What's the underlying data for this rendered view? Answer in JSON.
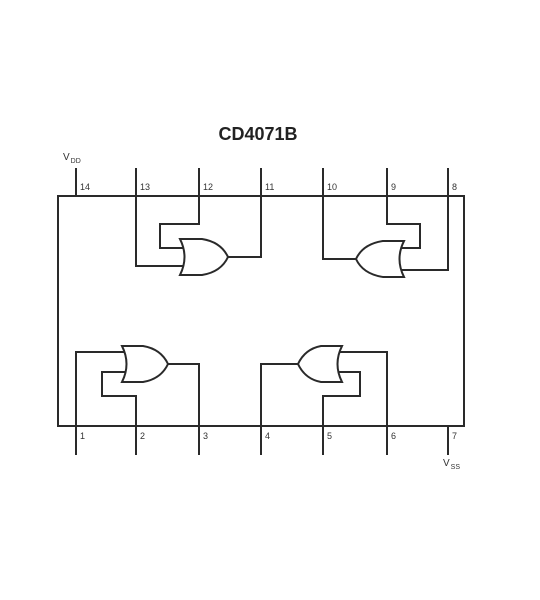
{
  "diagram": {
    "title": "CD4071B",
    "vdd": {
      "main": "V",
      "sub": "DD"
    },
    "vss": {
      "main": "V",
      "sub": "SS"
    },
    "top_pins": [
      "14",
      "13",
      "12",
      "11",
      "10",
      "9",
      "8"
    ],
    "bottom_pins": [
      "1",
      "2",
      "3",
      "4",
      "5",
      "6",
      "7"
    ],
    "gate_type": "OR",
    "gate_count": 4
  }
}
